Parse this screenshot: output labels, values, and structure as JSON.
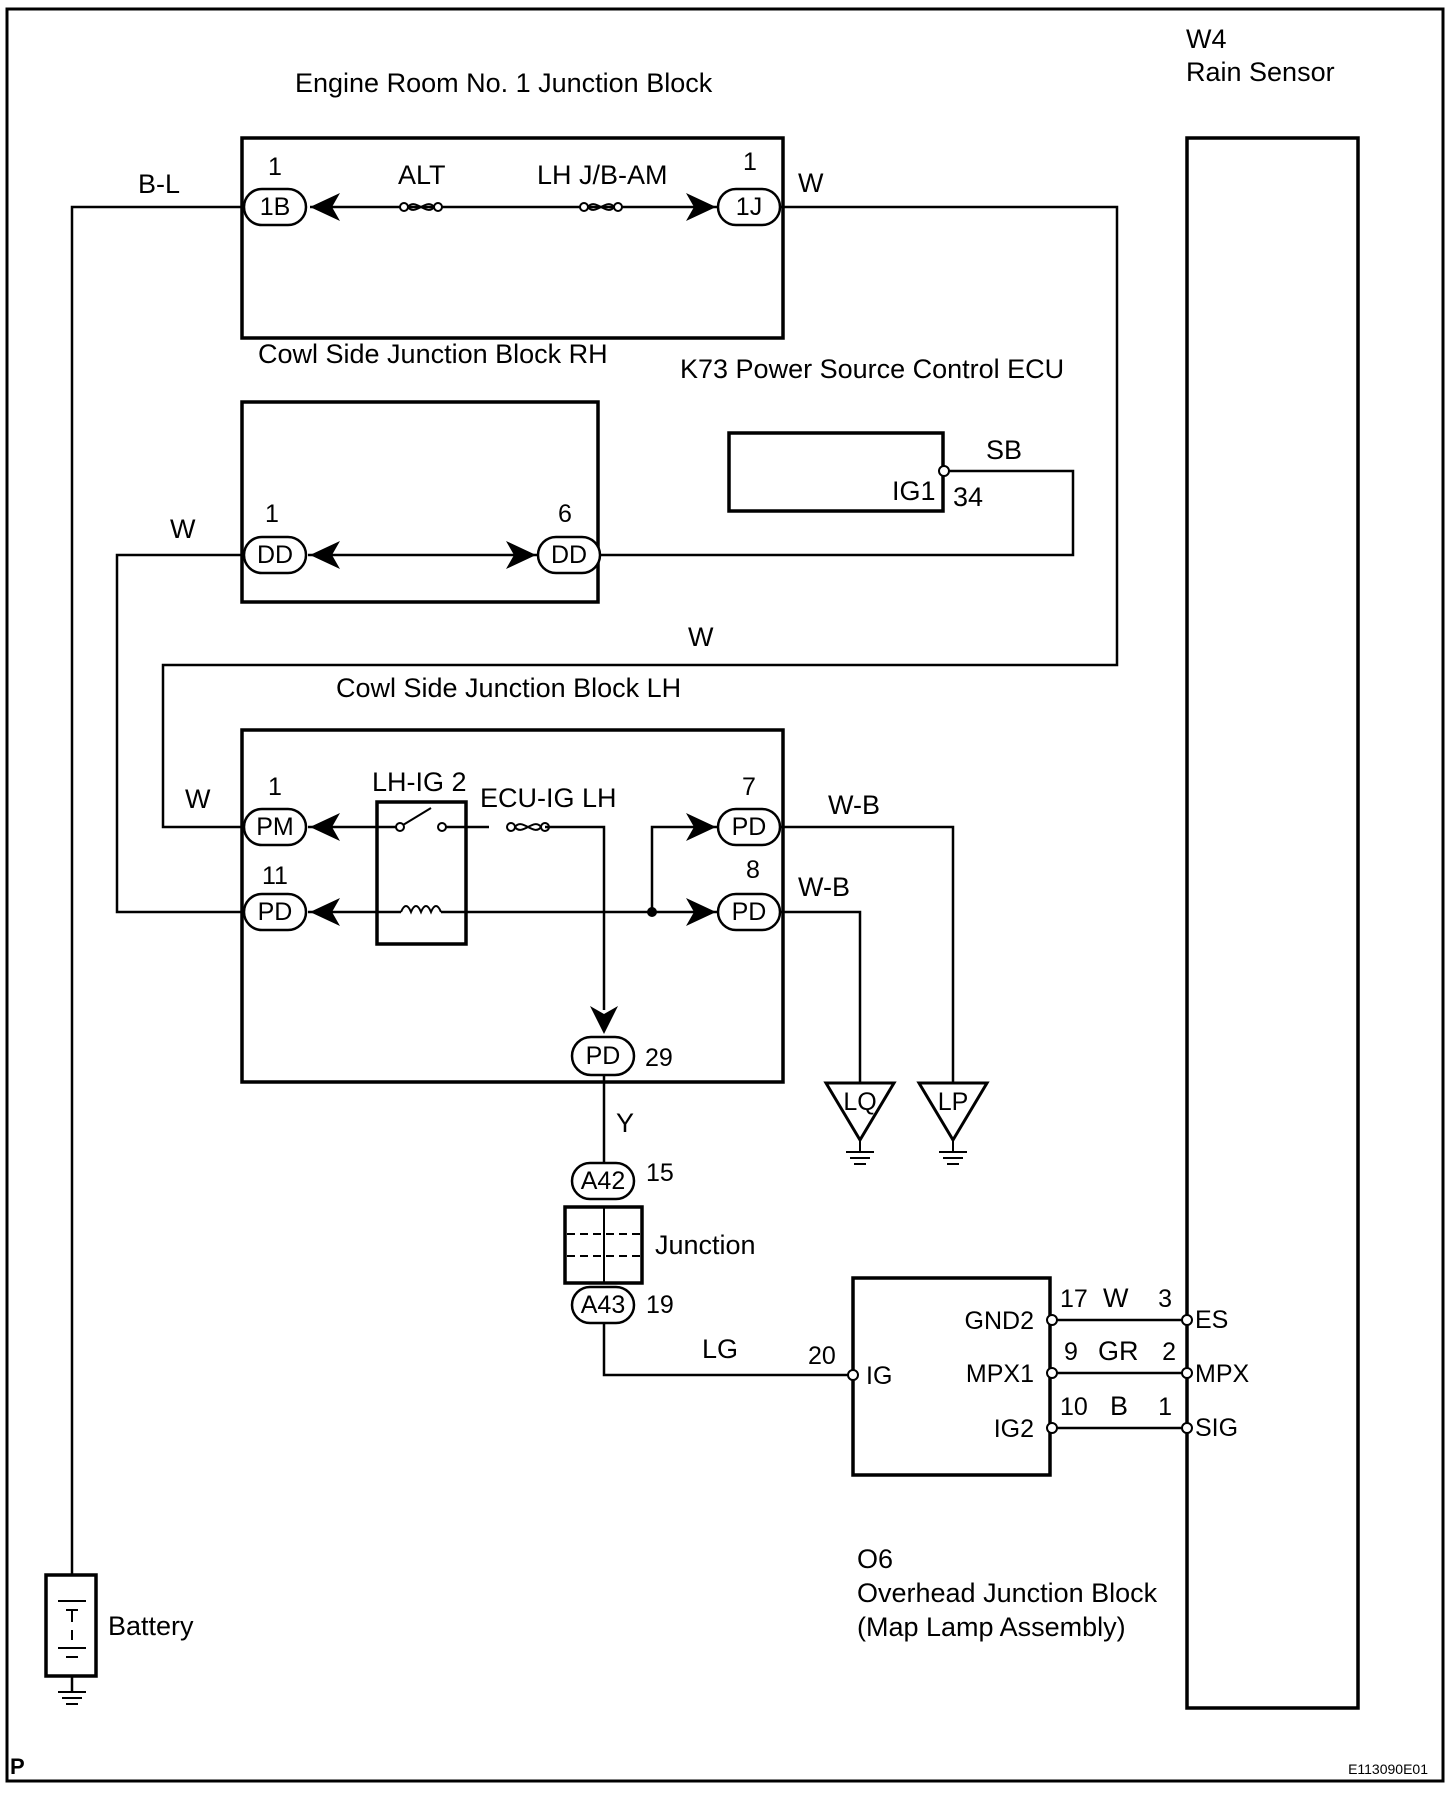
{
  "blocks": {
    "engine_room": "Engine Room No. 1 Junction Block",
    "cowl_rh": "Cowl Side Junction Block RH",
    "ecu": "K73 Power Source Control ECU",
    "cowl_lh": "Cowl Side Junction Block LH",
    "rain_code": "W4",
    "rain_name": "Rain Sensor",
    "o6_code": "O6",
    "o6_name": "Overhead Junction Block",
    "o6_sub": "(Map Lamp Assembly)",
    "junction": "Junction",
    "battery": "Battery"
  },
  "parts": {
    "alt": "ALT",
    "lhjb": "LH J/B-AM",
    "lhig2": "LH-IG 2",
    "ecuig": "ECU-IG LH"
  },
  "connectors": {
    "c1b": {
      "name": "1B",
      "pin": "1"
    },
    "c1j": {
      "name": "1J",
      "pin": "1"
    },
    "dd1": {
      "name": "DD",
      "pin": "1"
    },
    "dd6": {
      "name": "DD",
      "pin": "6"
    },
    "pm1": {
      "name": "PM",
      "pin": "1"
    },
    "pd11": {
      "name": "PD",
      "pin": "11"
    },
    "pd7": {
      "name": "PD",
      "pin": "7"
    },
    "pd8": {
      "name": "PD",
      "pin": "8"
    },
    "pd29": {
      "name": "PD",
      "pin": "29"
    },
    "a42": {
      "name": "A42",
      "pin": "15"
    },
    "a43": {
      "name": "A43",
      "pin": "19"
    }
  },
  "terminals": {
    "ig1_name": "IG1",
    "ig1_pin": "34",
    "ig_name": "IG",
    "ig_pin": "20",
    "gnd2_name": "GND2",
    "gnd2_pin": "17",
    "mpx1_name": "MPX1",
    "mpx1_pin": "9",
    "ig2_name": "IG2",
    "ig2_pin": "10",
    "es_name": "ES",
    "es_pin": "3",
    "mpx_name": "MPX",
    "mpx_pin": "2",
    "sig_name": "SIG",
    "sig_pin": "1"
  },
  "wires": {
    "bl": "B-L",
    "w_top": "W",
    "sb": "SB",
    "w_dd": "W",
    "w_mid": "W",
    "w_pm": "W",
    "wb1": "W-B",
    "wb2": "W-B",
    "y": "Y",
    "lg": "LG",
    "w_gnd": "W",
    "gr": "GR",
    "b": "B"
  },
  "grounds": {
    "lq": "LQ",
    "lp": "LP"
  },
  "corner": {
    "left": "P",
    "right": "E113090E01"
  }
}
